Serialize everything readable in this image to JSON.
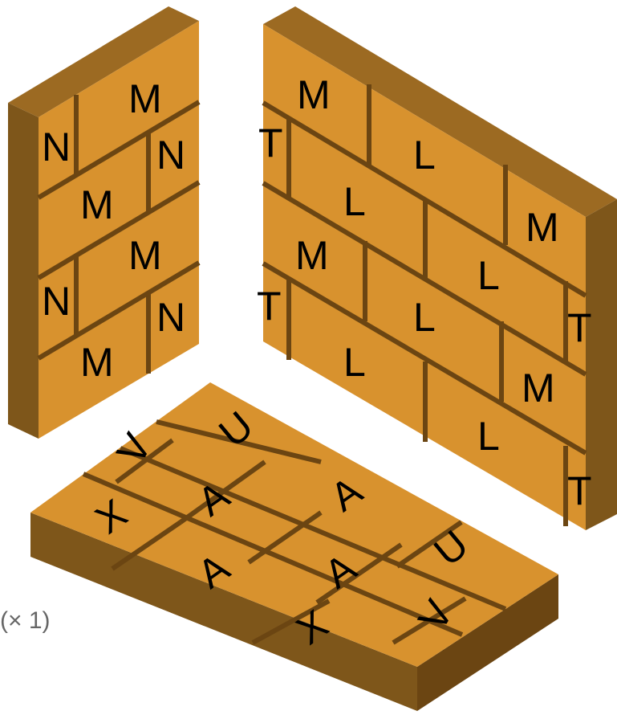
{
  "colors": {
    "brick_face": "#D8922E",
    "brick_top": "#9C6A22",
    "brick_side": "#7E561A",
    "mortar": "#6B4512"
  },
  "left_wall": {
    "labels": [
      "M",
      "N",
      "N",
      "M",
      "M",
      "N",
      "N",
      "M"
    ]
  },
  "right_wall": {
    "labels": [
      "M",
      "L",
      "T",
      "L",
      "M",
      "M",
      "L",
      "T",
      "L",
      "L",
      "T",
      "M",
      "L",
      "T"
    ]
  },
  "floor": {
    "labels": [
      "V",
      "U",
      "A",
      "A",
      "X",
      "A",
      "A",
      "U",
      "X",
      "V"
    ]
  },
  "multiplier": "(× 1)"
}
